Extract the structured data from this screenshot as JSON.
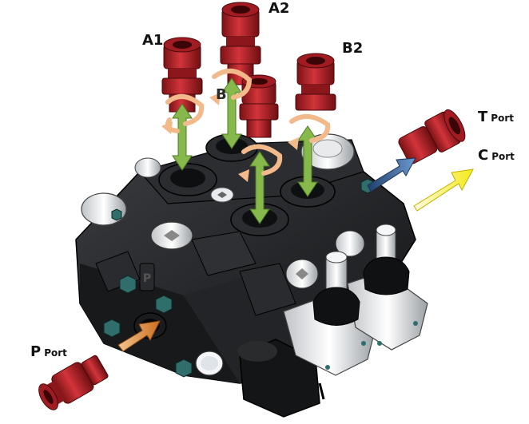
{
  "labels": {
    "a1": "A1",
    "a2": "A2",
    "b1_partial": "B",
    "b2": "B2",
    "t_port": {
      "main": "T",
      "sub": "Port"
    },
    "c_port": {
      "main": "C",
      "sub": "Port"
    },
    "p_port": {
      "main": "P",
      "sub": "Port"
    },
    "body_stamp": "P"
  },
  "colors": {
    "fitting_red": "#c0262c",
    "valve_body": "#1e1f22",
    "flow_arrow_green": "#86b84b",
    "rotate_arrow_orange": "#f2b98a",
    "t_arrow_blue": "#3d6aa3",
    "c_arrow_yellow": "#f5ea1a",
    "p_arrow_orange": "#d9822b",
    "bolt_teal": "#2f6e6a"
  }
}
